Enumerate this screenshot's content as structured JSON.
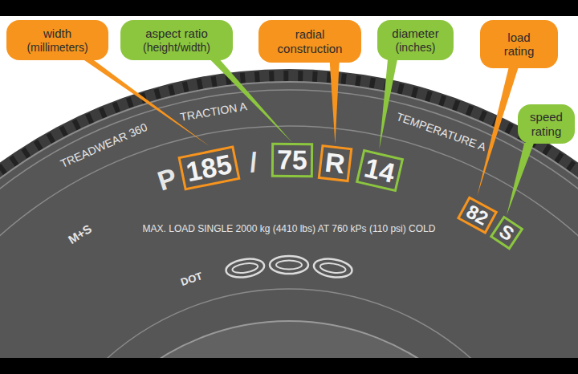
{
  "diagram": {
    "nodes": [
      {
        "text": [
          "width",
          "(millimeters)"
        ]
      },
      {
        "text": [
          "aspect ratio",
          "(height/width)"
        ]
      },
      {
        "text": [
          "radial construction"
        ]
      },
      {
        "text": [
          "diameter",
          "(inches)"
        ]
      },
      {
        "text": [
          "load rating"
        ]
      },
      {
        "text": [
          "speed rating"
        ]
      },
      {
        "text": [
          "185"
        ]
      },
      {
        "text": [
          "75"
        ]
      },
      {
        "text": [
          "R"
        ]
      },
      {
        "text": [
          "14"
        ]
      },
      {
        "text": [
          "82"
        ]
      },
      {
        "text": [
          "S"
        ]
      }
    ],
    "edges": [
      {
        "from": 0,
        "to": 6,
        "arrow": "none"
      },
      {
        "from": 1,
        "to": 7,
        "arrow": "none"
      },
      {
        "from": 2,
        "to": 8,
        "arrow": "none"
      },
      {
        "from": 3,
        "to": 9,
        "arrow": "none"
      },
      {
        "from": 4,
        "to": 10,
        "arrow": "none"
      },
      {
        "from": 5,
        "to": 11,
        "arrow": "none"
      }
    ],
    "labels": [
      "TREADWEAR 360",
      "TRACTION A",
      "TEMPERATURE A",
      "P",
      "/",
      "M+S",
      "MAX. LOAD SINGLE 2000 kg (4410 lbs) AT 760 kPs (110 psi) COLD",
      "DOT"
    ]
  }
}
